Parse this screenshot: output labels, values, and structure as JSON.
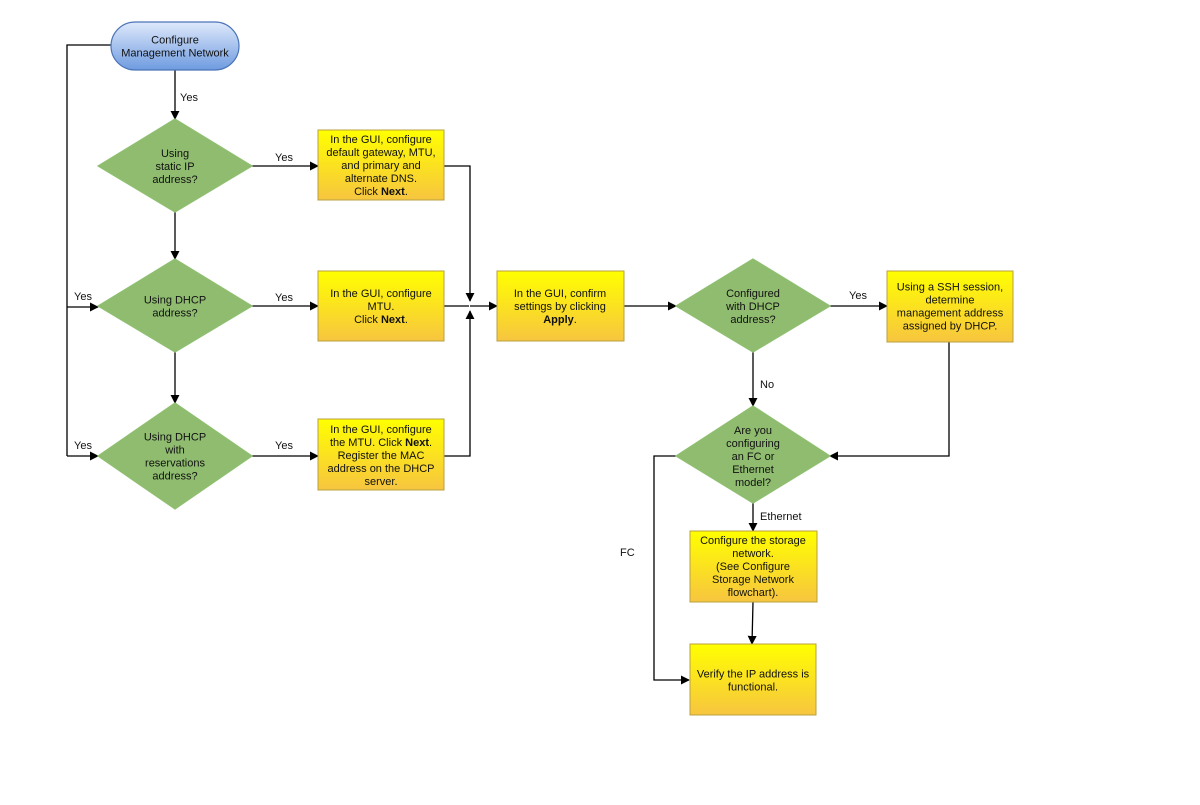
{
  "start": {
    "lines": [
      [
        "Configure"
      ],
      [
        "Management Network"
      ]
    ]
  },
  "decisions": {
    "static_ip": {
      "lines": [
        [
          "Using"
        ],
        [
          "static IP"
        ],
        [
          "address?"
        ]
      ]
    },
    "dhcp": {
      "lines": [
        [
          "Using DHCP"
        ],
        [
          "address?"
        ]
      ]
    },
    "dhcp_res": {
      "lines": [
        [
          "Using DHCP"
        ],
        [
          "with"
        ],
        [
          "reservations"
        ],
        [
          "address?"
        ]
      ]
    },
    "configured_dhcp": {
      "lines": [
        [
          "Configured"
        ],
        [
          "with DHCP"
        ],
        [
          "address?"
        ]
      ]
    },
    "fc_eth": {
      "lines": [
        [
          "Are you"
        ],
        [
          "configuring"
        ],
        [
          "an FC or"
        ],
        [
          "Ethernet"
        ],
        [
          "model?"
        ]
      ]
    }
  },
  "processes": {
    "static_cfg": {
      "lines": [
        [
          "In the GUI, configure"
        ],
        [
          "default gateway, MTU,"
        ],
        [
          "and primary and"
        ],
        [
          "alternate DNS."
        ],
        [
          "Click ",
          "Next",
          "."
        ]
      ]
    },
    "dhcp_cfg": {
      "lines": [
        [
          "In the GUI, configure"
        ],
        [
          "MTU."
        ],
        [
          "Click ",
          "Next",
          "."
        ]
      ]
    },
    "res_cfg": {
      "lines": [
        [
          "In the GUI, configure"
        ],
        [
          "the MTU. Click ",
          "Next",
          "."
        ],
        [
          "Register the MAC"
        ],
        [
          "address on the DHCP"
        ],
        [
          "server."
        ]
      ]
    },
    "apply": {
      "lines": [
        [
          "In the GUI, confirm"
        ],
        [
          "settings by clicking"
        ],
        [
          "",
          "Apply",
          "."
        ]
      ]
    },
    "ssh": {
      "lines": [
        [
          "Using a SSH session,"
        ],
        [
          "determine"
        ],
        [
          "management address"
        ],
        [
          "assigned by DHCP."
        ]
      ]
    },
    "storage": {
      "lines": [
        [
          "Configure the storage"
        ],
        [
          "network."
        ],
        [
          "(See Configure"
        ],
        [
          "Storage Network"
        ],
        [
          "flowchart)."
        ]
      ]
    },
    "verify": {
      "lines": [
        [
          "Verify the IP address is"
        ],
        [
          "functional."
        ]
      ]
    }
  },
  "edge_labels": {
    "start_to_static": "Yes",
    "static_to_cfg": "Yes",
    "loop_to_dhcp": "Yes",
    "dhcp_to_cfg": "Yes",
    "loop_to_res": "Yes",
    "res_to_cfg": "Yes",
    "configured_yes": "Yes",
    "configured_no": "No",
    "ethernet": "Ethernet",
    "fc": "FC"
  },
  "colors": {
    "process_top": "#ffff00",
    "process_bottom": "#f7c540",
    "decision_fill": "#8fbc6f",
    "start_top": "#dfe9fb",
    "start_bottom": "#6e9be0",
    "line": "#000000"
  }
}
